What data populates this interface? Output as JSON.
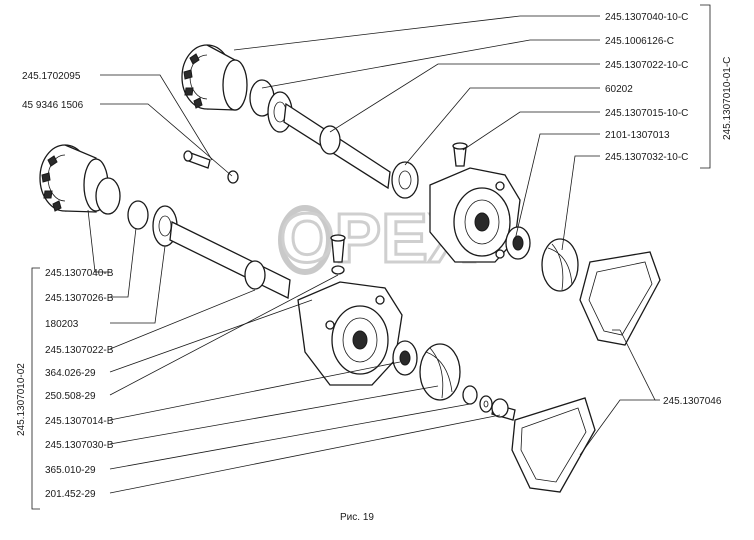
{
  "caption": "Рис. 19",
  "watermark": "OPEX",
  "groups": {
    "upper_assembly": "245.1307010-01-С",
    "lower_assembly": "245.1307010-02"
  },
  "labels": {
    "l01": "245.1307040-10-С",
    "l02": "245.1006126-С",
    "l03": "245.1307022-10-С",
    "l04": "60202",
    "l05": "245.1307015-10-С",
    "l06": "2101-1307013",
    "l07": "245.1307032-10-С",
    "l08": "245.1702095",
    "l09": "45 9346 1506",
    "l10": "245.1307040-В",
    "l11": "245.1307026-В",
    "l12": "180203",
    "l13": "245.1307022-В",
    "l14": "364.026-29",
    "l15": "250.508-29",
    "l16": "245.1307014-В",
    "l17": "245.1307030-В",
    "l18": "365.010-29",
    "l19": "201.452-29",
    "l20": "245.1307046"
  }
}
